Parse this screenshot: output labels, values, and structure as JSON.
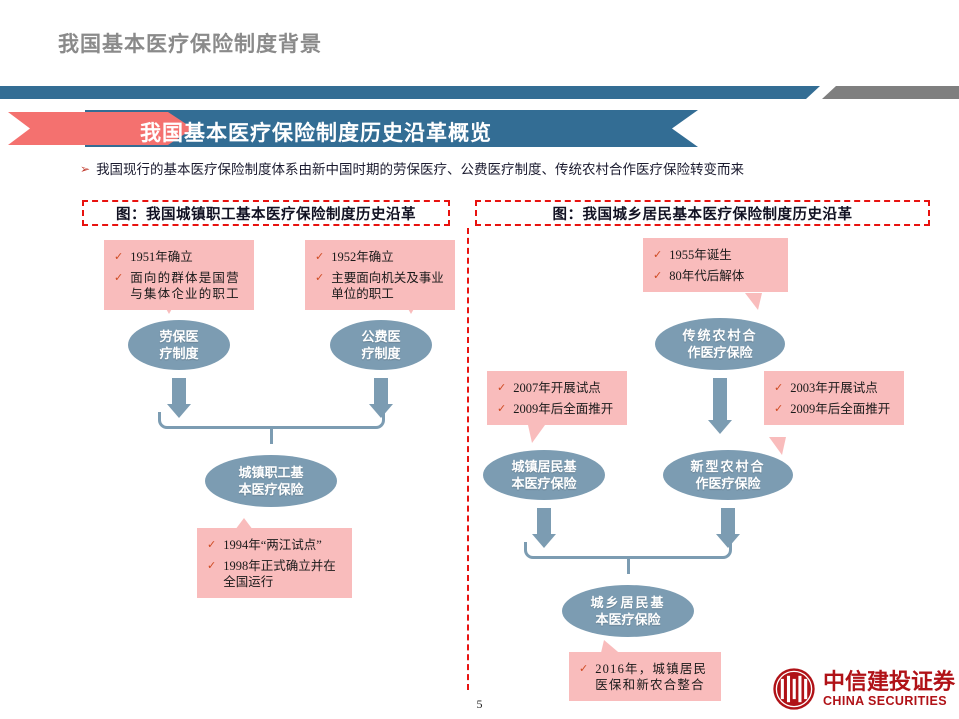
{
  "header": {
    "title": "我国基本医疗保险制度背景",
    "bar_blue_color": "#336d94",
    "bar_gray_color": "#7f7f7f"
  },
  "banner": {
    "title": "我国基本医疗保险制度历史沿革概览",
    "blue_color": "#336d94",
    "pink_color": "#f4716f"
  },
  "bullet": {
    "marker": "➢",
    "text": "我国现行的基本医疗保险制度体系由新中国时期的劳保医疗、公费医疗制度、传统农村合作医疗保险转变而来"
  },
  "sections": {
    "left_title": "图：我国城镇职工基本医疗保险制度历史沿革",
    "right_title": "图：我国城乡居民基本医疗保险制度历史沿革",
    "dashed_color": "#e8120f"
  },
  "left_chart": {
    "callouts": [
      {
        "id": "laobao",
        "lines": [
          "1951年确立",
          "面向的群体是国营与集体企业的职工"
        ]
      },
      {
        "id": "gongfei",
        "lines": [
          "1952年确立",
          "主要面向机关及事业单位的职工"
        ]
      },
      {
        "id": "zhigong",
        "lines": [
          "1994年“两江试点”",
          "1998年正式确立并在全国运行"
        ]
      }
    ],
    "nodes": [
      {
        "id": "laobao",
        "line1": "劳保医",
        "line2": "疗制度"
      },
      {
        "id": "gongfei",
        "line1": "公费医",
        "line2": "疗制度"
      },
      {
        "id": "zhigong",
        "line1": "城镇职工基",
        "line2": "本医疗保险"
      }
    ]
  },
  "right_chart": {
    "callouts": [
      {
        "id": "chuantong",
        "lines": [
          "1955年诞生",
          "80年代后解体"
        ]
      },
      {
        "id": "chengzhen",
        "lines": [
          "2007年开展试点",
          "2009年后全面推开"
        ]
      },
      {
        "id": "xinnonghe",
        "lines": [
          "2003年开展试点",
          "2009年后全面推开"
        ]
      },
      {
        "id": "chengxiang",
        "lines": [
          "2016年，城镇居民医保和新农合整合"
        ]
      }
    ],
    "nodes": [
      {
        "id": "chuantong",
        "line1": "传统农村合",
        "line2": "作医疗保险"
      },
      {
        "id": "chengzhen",
        "line1": "城镇居民基",
        "line2": "本医疗保险"
      },
      {
        "id": "xinnonghe",
        "line1": "新型农村合",
        "line2": "作医疗保险"
      },
      {
        "id": "chengxiang",
        "line1": "城乡居民基",
        "line2": "本医疗保险"
      }
    ]
  },
  "theme": {
    "node_color": "#7c9cb2",
    "callout_color": "#f9bcbc",
    "check_color": "#cf4a22"
  },
  "footer": {
    "page_number": "5",
    "logo_cn": "中信建投证券",
    "logo_en": "CHINA SECURITIES",
    "logo_color": "#b01217"
  }
}
